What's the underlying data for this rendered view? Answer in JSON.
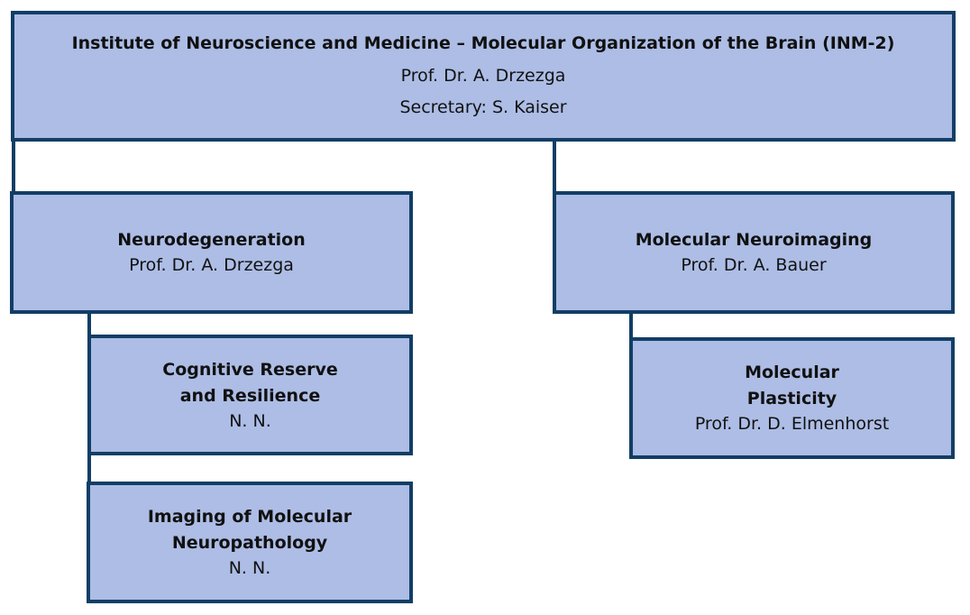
{
  "diagram": {
    "colors": {
      "box_fill": "#adbde5",
      "box_border": "#123e66",
      "connector": "#123e66"
    },
    "institute": {
      "title": "Institute of Neuroscience and Medicine – Molecular Organization of the Brain (INM-2)",
      "head": "Prof. Dr. A. Drzezga",
      "secretary": "Secretary: S. Kaiser"
    },
    "neurodegeneration": {
      "title": "Neurodegeneration",
      "head": "Prof. Dr. A. Drzezga"
    },
    "molecular_neuroimaging": {
      "title": "Molecular Neuroimaging",
      "head": "Prof. Dr. A. Bauer"
    },
    "cognitive_reserve": {
      "title": "Cognitive Reserve\nand Resilience",
      "head": "N. N."
    },
    "molecular_plasticity": {
      "title": "Molecular\nPlasticity",
      "head": "Prof. Dr. D. Elmenhorst"
    },
    "imaging_neuropathology": {
      "title": "Imaging of Molecular\nNeuropathology",
      "head": "N. N."
    }
  }
}
